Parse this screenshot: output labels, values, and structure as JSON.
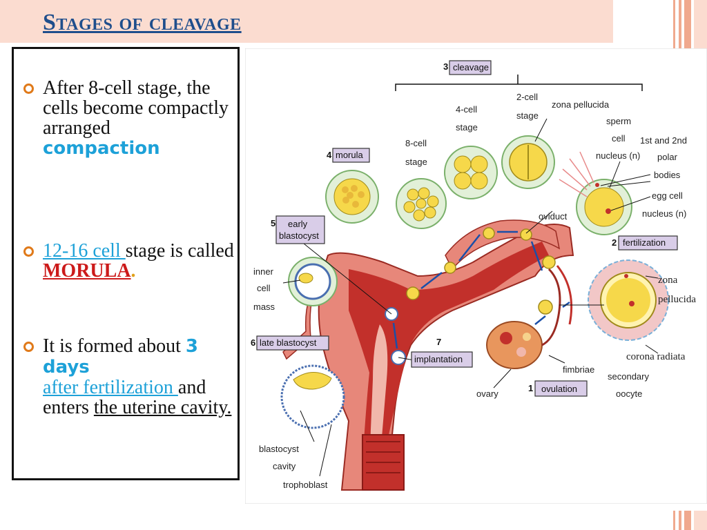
{
  "slide": {
    "title": "Stages of cleavage",
    "accent_color": "#1f4e8c",
    "band_color": "#fbdcd0",
    "bullet_color": "#e07a1a"
  },
  "bullets": [
    {
      "text_a": "After 8-cell stage, the cells become compactly arranged",
      "text_b": "compaction"
    },
    {
      "text_a": "12-16 cell ",
      "text_b": "stage is called",
      "text_c": "MORULA",
      "text_d": "."
    },
    {
      "text_a": "It is formed about",
      "text_b": "3 days",
      "text_c": "after fertilization ",
      "text_d": "and enters",
      "text_e": "the uterine cavity."
    }
  ],
  "diagram": {
    "stage_tags": {
      "cleavage": {
        "num": "3",
        "label": "cleavage"
      },
      "morula": {
        "num": "4",
        "label": "morula"
      },
      "early_blastocyst": {
        "num": "5",
        "label_1": "early",
        "label_2": "blastocyst"
      },
      "late_blastocyst": {
        "num": "6",
        "label": "late blastocyst"
      },
      "implantation": {
        "num": "7",
        "label": "implantation"
      },
      "fertilization": {
        "num": "2",
        "label": "fertilization"
      },
      "ovulation": {
        "num": "1",
        "label": "ovulation"
      }
    },
    "labels": {
      "eight_cell_1": "8-cell",
      "eight_cell_2": "stage",
      "four_cell_1": "4-cell",
      "four_cell_2": "stage",
      "two_cell_1": "2-cell",
      "two_cell_2": "stage",
      "zona_pellucida_top": "zona pellucida",
      "sperm_1": "sperm",
      "sperm_2": "cell",
      "sperm_3": "nucleus (n)",
      "polar_1": "1st and 2nd",
      "polar_2": "polar",
      "polar_3": "bodies",
      "egg_1": "egg cell",
      "egg_2": "nucleus (n)",
      "oviduct": "oviduct",
      "inner_1": "inner",
      "inner_2": "cell",
      "inner_3": "mass",
      "zona_1": "zona",
      "zona_2": "pellucida",
      "corona": "corona radiata",
      "fimbriae": "fimbriae",
      "secondary_1": "secondary",
      "secondary_2": "oocyte",
      "ovary": "ovary",
      "blasto_1": "blastocyst",
      "blasto_2": "cavity",
      "trophoblast": "trophoblast"
    }
  }
}
